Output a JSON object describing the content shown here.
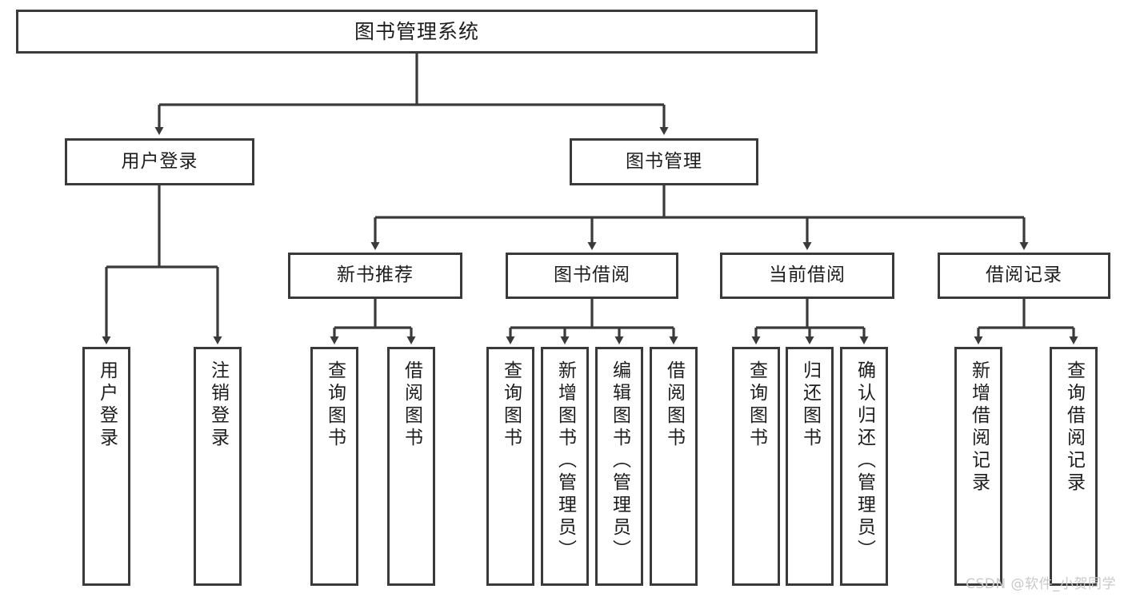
{
  "diagram": {
    "title": "图书管理系统",
    "type": "hierarchy-tree",
    "watermark": "CSDN @软件_小贺同学",
    "colors": {
      "box_border": "#3a3a3a",
      "edge": "#3a3a3a",
      "text": "#1d1d1d",
      "background": "#ffffff",
      "watermark": "#c9c9c9"
    },
    "root": {
      "label": "图书管理系统"
    },
    "level2": [
      {
        "id": "user-login",
        "label": "用户登录"
      },
      {
        "id": "book-management",
        "label": "图书管理"
      }
    ],
    "level3": [
      {
        "id": "new-book-recommend",
        "label": "新书推荐"
      },
      {
        "id": "book-borrow",
        "label": "图书借阅"
      },
      {
        "id": "current-borrow",
        "label": "当前借阅"
      },
      {
        "id": "borrow-record",
        "label": "借阅记录"
      }
    ],
    "leaves": {
      "user_login": [
        {
          "id": "leaf-user-login",
          "label": "用户登录"
        },
        {
          "id": "leaf-logout-login",
          "label": "注销登录"
        }
      ],
      "new_book_recommend": [
        {
          "id": "leaf-query-book-1",
          "label": "查询图书"
        },
        {
          "id": "leaf-borrow-book-1",
          "label": "借阅图书"
        }
      ],
      "book_borrow": [
        {
          "id": "leaf-query-book-2",
          "label": "查询图书"
        },
        {
          "id": "leaf-add-book-admin",
          "label": "新增图书（管理员）"
        },
        {
          "id": "leaf-edit-book-admin",
          "label": "编辑图书（管理员）"
        },
        {
          "id": "leaf-borrow-book-2",
          "label": "借阅图书"
        }
      ],
      "current_borrow": [
        {
          "id": "leaf-query-book-3",
          "label": "查询图书"
        },
        {
          "id": "leaf-return-book",
          "label": "归还图书"
        },
        {
          "id": "leaf-confirm-return-admin",
          "label": "确认归还（管理员）"
        }
      ],
      "borrow_record": [
        {
          "id": "leaf-add-borrow-record",
          "label": "新增借阅记录"
        },
        {
          "id": "leaf-query-borrow-record",
          "label": "查询借阅记录"
        }
      ]
    }
  }
}
